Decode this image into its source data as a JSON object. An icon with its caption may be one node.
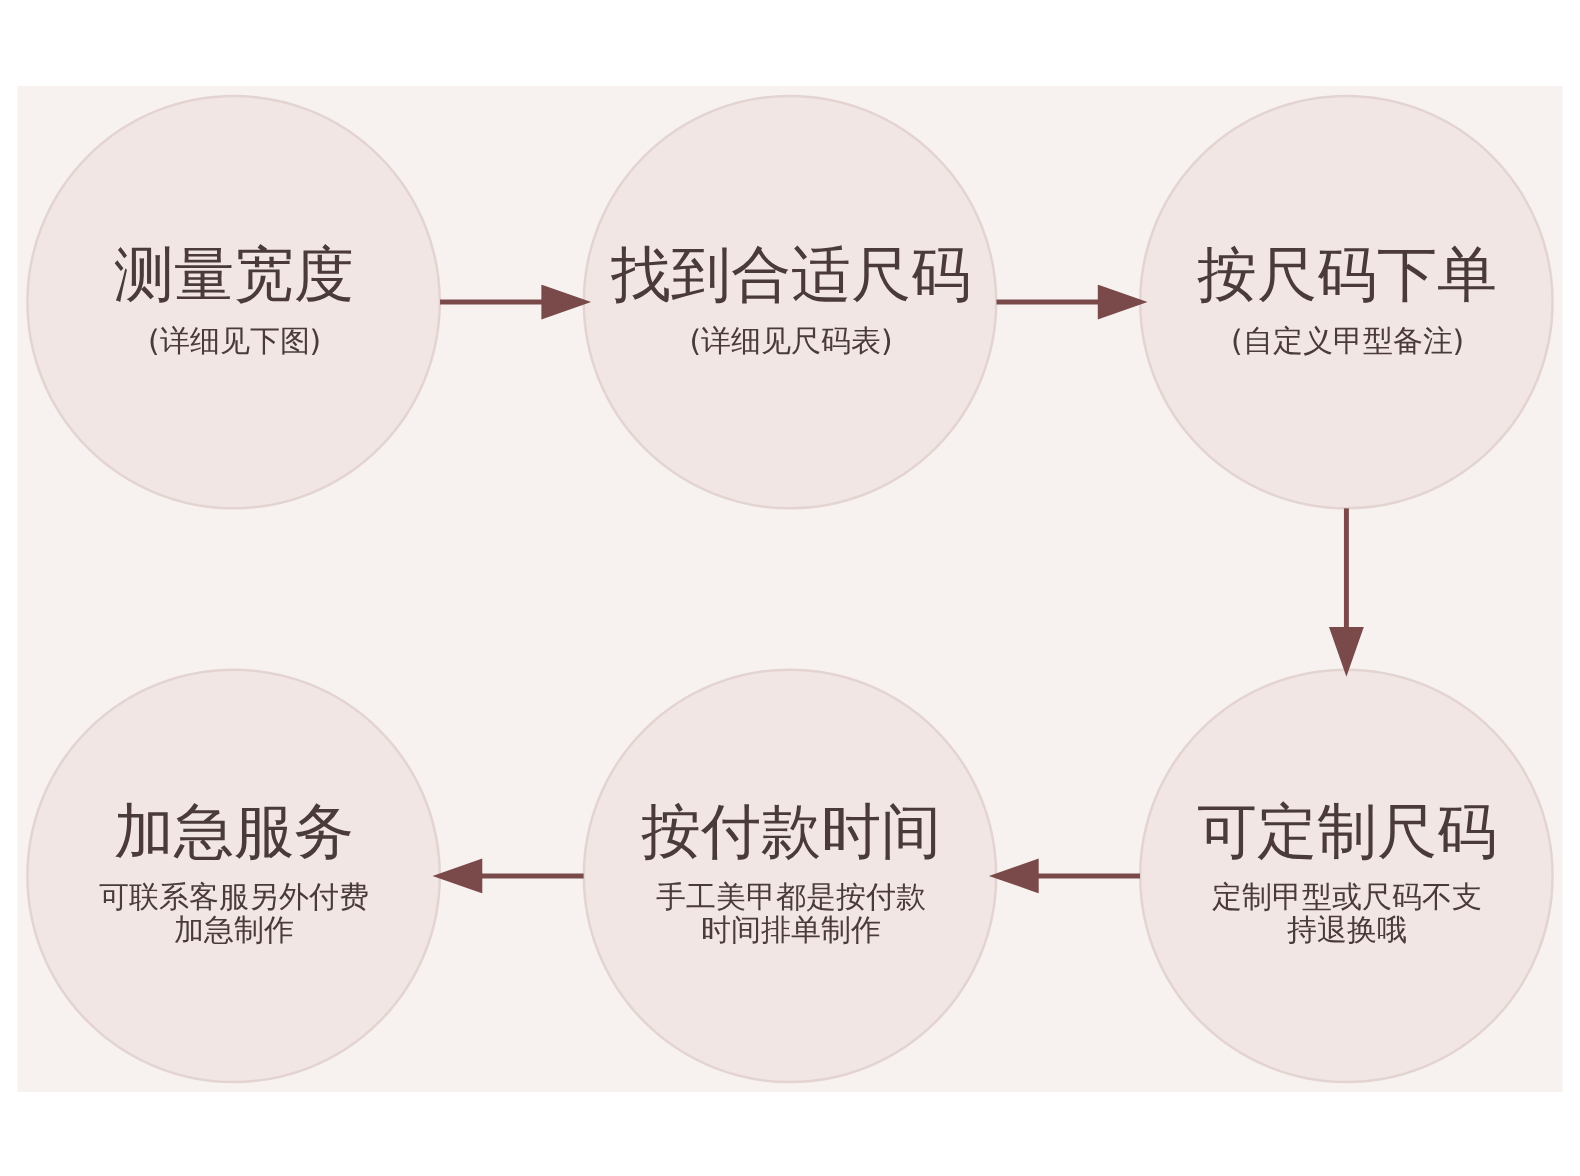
{
  "diagram": {
    "nodes": [
      {
        "text": [
          "测量宽度",
          "(详细见下图)"
        ]
      },
      {
        "text": [
          "找到合适尺码",
          "(详细见尺码表)"
        ]
      },
      {
        "text": [
          "按尺码下单",
          "(自定义甲型备注)"
        ]
      },
      {
        "text": [
          "加急服务",
          "可联系客服另外付费加急制作"
        ]
      },
      {
        "text": [
          "按付款时间",
          "手工美甲都是按付款时间排单制作"
        ]
      },
      {
        "text": [
          "可定制尺码",
          "定制甲型或尺码不支持退换哦"
        ]
      }
    ],
    "edges": [
      {
        "from": 0,
        "to": 1,
        "arrow": "to"
      },
      {
        "from": 1,
        "to": 2,
        "arrow": "to"
      },
      {
        "from": 2,
        "to": 5,
        "arrow": "to"
      },
      {
        "from": 5,
        "to": 4,
        "arrow": "to"
      },
      {
        "from": 4,
        "to": 3,
        "arrow": "to"
      }
    ]
  }
}
